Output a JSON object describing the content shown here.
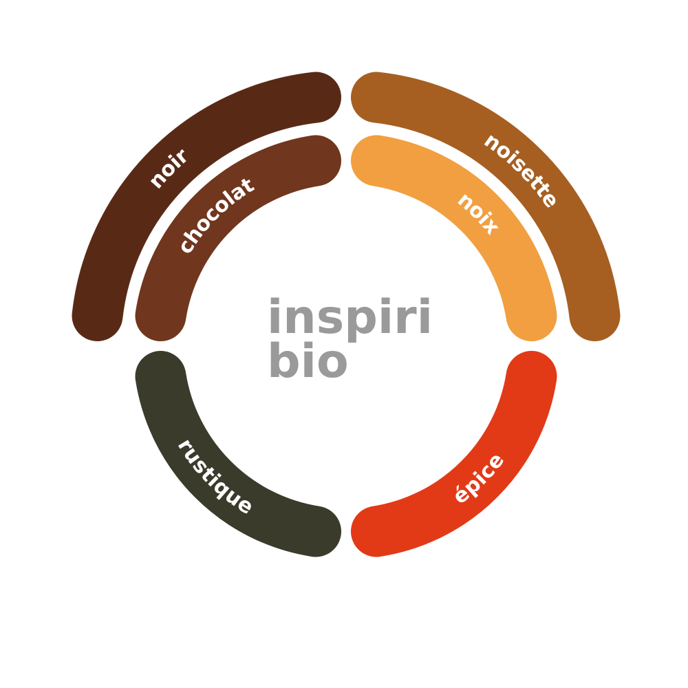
{
  "brand": {
    "line1": "inspiri",
    "line2": "bio",
    "color": "#9a9a9a"
  },
  "segments": [
    {
      "key": "noir",
      "label": "noir",
      "color": "#582a16"
    },
    {
      "key": "chocolat",
      "label": "chocolat",
      "color": "#70361e"
    },
    {
      "key": "noisette",
      "label": "noisette",
      "color": "#a65f21"
    },
    {
      "key": "noix",
      "label": "noix",
      "color": "#f19f40"
    },
    {
      "key": "rustique",
      "label": "rustique",
      "color": "#3b3b2b"
    },
    {
      "key": "epice",
      "label": "épice",
      "color": "#e23a17"
    }
  ]
}
